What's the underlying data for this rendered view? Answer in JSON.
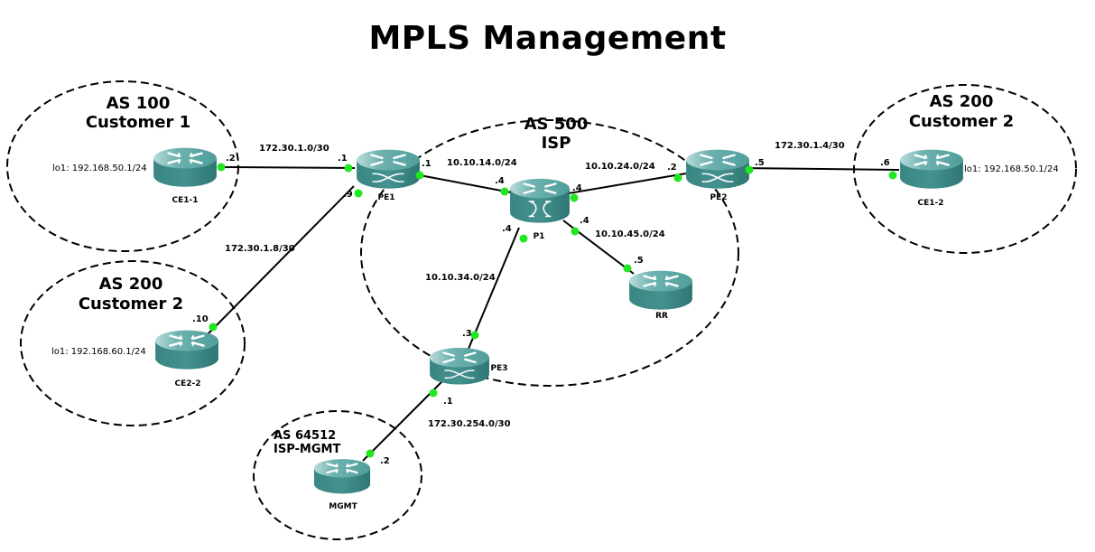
{
  "title": "MPLS Management",
  "zones": [
    {
      "id": "as100",
      "line1": "AS 100",
      "line2": "Customer 1"
    },
    {
      "id": "as200-left",
      "line1": "AS 200",
      "line2": "Customer 2"
    },
    {
      "id": "as500",
      "line1": "AS 500",
      "line2": "ISP"
    },
    {
      "id": "as200-right",
      "line1": "AS 200",
      "line2": "Customer 2"
    },
    {
      "id": "as64512",
      "line1": "AS 64512",
      "line2": "ISP-MGMT"
    }
  ],
  "nodes": [
    {
      "id": "CE1-1",
      "label": "CE1-1",
      "type": "router",
      "loopback": "lo1: 192.168.50.1/24"
    },
    {
      "id": "CE2-2",
      "label": "CE2-2",
      "type": "router",
      "loopback": "lo1: 192.168.60.1/24"
    },
    {
      "id": "PE1",
      "label": "PE1",
      "type": "label-switch-router"
    },
    {
      "id": "P1",
      "label": "P1",
      "type": "atm-switch-router"
    },
    {
      "id": "PE2",
      "label": "PE2",
      "type": "label-switch-router"
    },
    {
      "id": "CE1-2",
      "label": "CE1-2",
      "type": "router",
      "loopback": "lo1: 192.168.50.1/24"
    },
    {
      "id": "RR",
      "label": "RR",
      "type": "router"
    },
    {
      "id": "PE3",
      "label": "PE3",
      "type": "label-switch-router"
    },
    {
      "id": "MGMT",
      "label": "MGMT",
      "type": "router"
    }
  ],
  "links": [
    {
      "from": "CE1-1",
      "to": "PE1",
      "subnet": "172.30.1.0/30",
      "from_ip": ".2",
      "to_ip": ".1"
    },
    {
      "from": "PE1",
      "to": "CE2-2",
      "subnet": "172.30.1.8/30",
      "from_ip": ".9",
      "to_ip": ".10"
    },
    {
      "from": "PE1",
      "to": "P1",
      "subnet": "10.10.14.0/24",
      "from_ip": ".1",
      "to_ip": ".4"
    },
    {
      "from": "P1",
      "to": "PE2",
      "subnet": "10.10.24.0/24",
      "from_ip": ".4",
      "to_ip": ".2"
    },
    {
      "from": "PE2",
      "to": "CE1-2",
      "subnet": "172.30.1.4/30",
      "from_ip": ".5",
      "to_ip": ".6"
    },
    {
      "from": "P1",
      "to": "RR",
      "subnet": "10.10.45.0/24",
      "from_ip": ".4",
      "to_ip": ".5"
    },
    {
      "from": "P1",
      "to": "PE3",
      "subnet": "10.10.34.0/24",
      "from_ip": ".4",
      "to_ip": ".3"
    },
    {
      "from": "PE3",
      "to": "MGMT",
      "subnet": "172.30.254.0/30",
      "from_ip": ".1",
      "to_ip": ".2"
    }
  ],
  "colors": {
    "router_top": "#5fa9a6",
    "router_side": "#3c8a87",
    "interface_dot": "#22e61f",
    "link": "#000000"
  }
}
